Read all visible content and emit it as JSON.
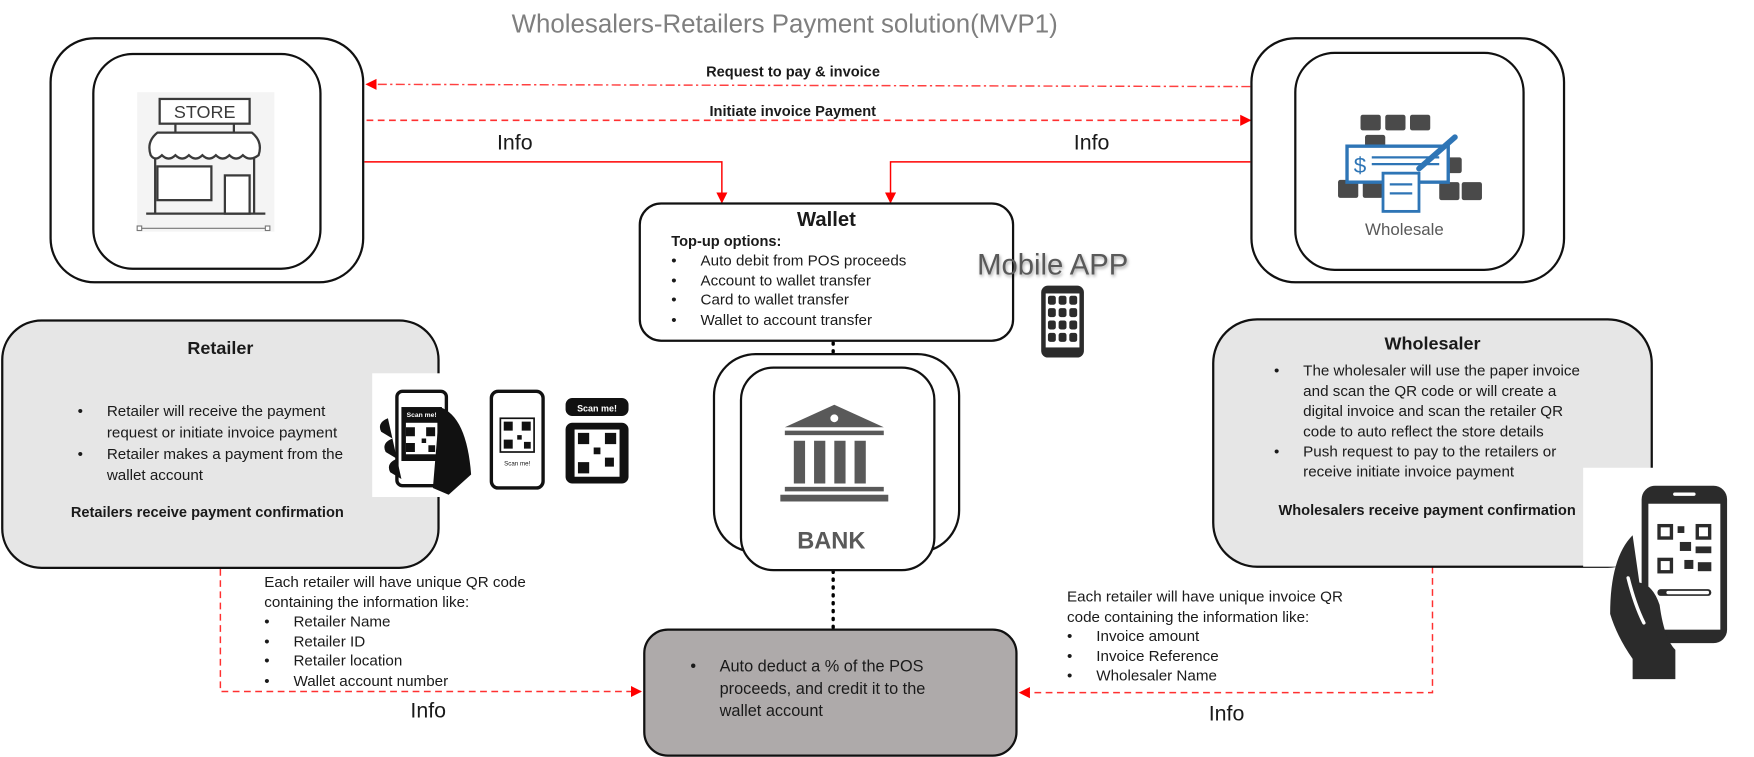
{
  "title": "Wholesalers-Retailers Payment solution(MVP1)",
  "flows": {
    "request_to_pay": "Request to pay  & invoice",
    "initiate_invoice_payment": "Initiate invoice Payment",
    "info_left_top": "Info",
    "info_right_top": "Info",
    "info_left_bottom": "Info",
    "info_right_bottom": "Info"
  },
  "store": {
    "sign": "STORE"
  },
  "wholesale_icon": {
    "label": "Wholesale"
  },
  "wallet": {
    "title": "Wallet",
    "subtitle": "Top-up  options:",
    "items": [
      "Auto debit from POS proceeds",
      "Account to wallet transfer",
      "Card to wallet  transfer",
      "Wallet to account transfer"
    ]
  },
  "mobile_app": {
    "label": "Mobile APP"
  },
  "bank": {
    "label": "BANK"
  },
  "retailer": {
    "title": "Retailer",
    "items": [
      "Retailer will receive the payment request or initiate invoice payment",
      "Retailer makes a payment from the wallet account"
    ],
    "footer": "Retailers  receive payment confirmation"
  },
  "qr_badges": {
    "scan_me": "Scan me!"
  },
  "wholesaler": {
    "title": "Wholesaler",
    "items": [
      "The wholesaler will use the paper invoice and scan the QR code or will create a digital invoice and scan the retailer  QR code to auto reflect the store details",
      "Push request to pay to the retailers or receive initiate invoice payment"
    ],
    "footer": "Wholesalers receive payment confirmation"
  },
  "retailer_qr_note": {
    "intro": "Each retailer will have unique QR code containing the information like:",
    "items": [
      "Retailer Name",
      "Retailer ID",
      "Retailer location",
      "Wallet account number"
    ]
  },
  "wholesaler_qr_note": {
    "intro": "Each retailer will have unique invoice QR code containing the information like:",
    "items": [
      "Invoice amount",
      "Invoice Reference",
      "Wholesaler Name"
    ]
  },
  "pos": {
    "items": [
      "Auto deduct a % of the POS proceeds, and credit it to the wallet account"
    ]
  },
  "colors": {
    "arrow": "#ff0000",
    "card_gray": "#e6e6e6",
    "pos_gray": "#aeaaaa",
    "title_gray": "#7f7f7f",
    "icon_dark": "#4a4a4a",
    "check_blue": "#2e75b6"
  }
}
